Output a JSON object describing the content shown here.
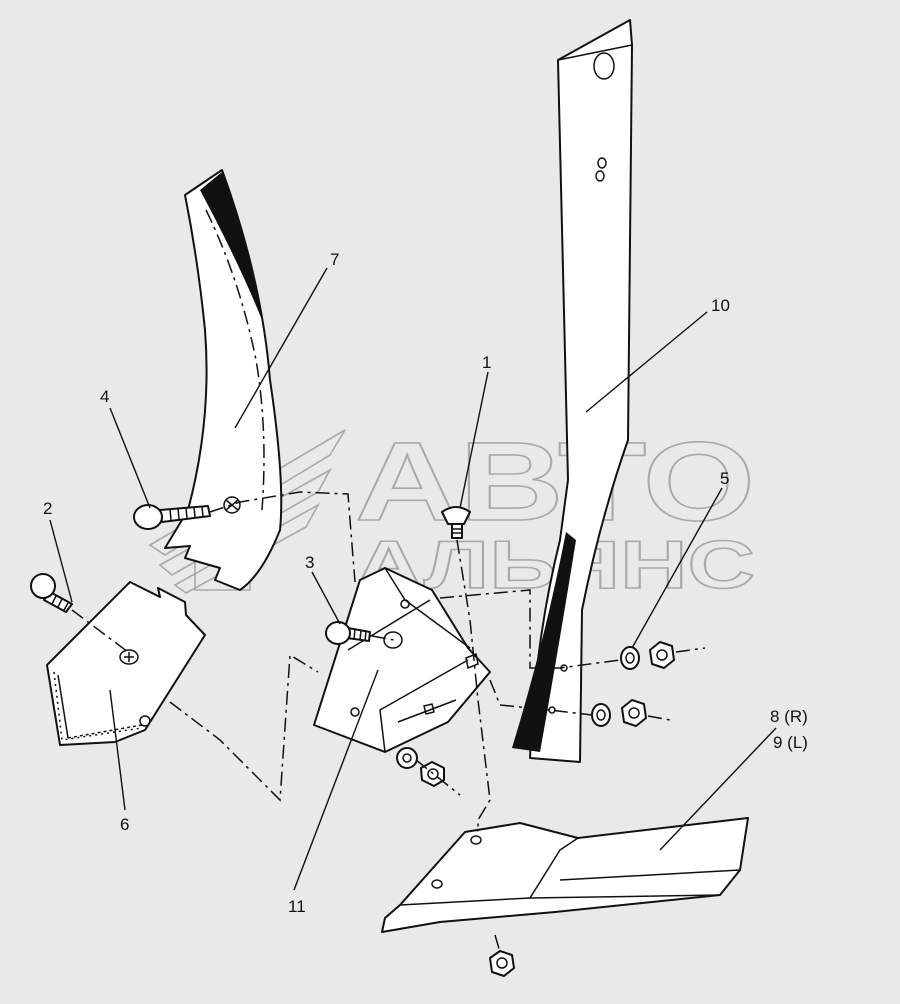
{
  "watermark": {
    "line1": "АВТО",
    "line2": "АЛЬЯНС"
  },
  "callouts": {
    "c1": "1",
    "c2": "2",
    "c3": "3",
    "c4": "4",
    "c5": "5",
    "c6": "6",
    "c7": "7",
    "c8": "8 (R)",
    "c9": "9 (L)",
    "c10": "10",
    "c11": "11"
  },
  "colors": {
    "background": "#e9e9e9",
    "line": "#111111",
    "watermark": "#9a9a9a"
  }
}
